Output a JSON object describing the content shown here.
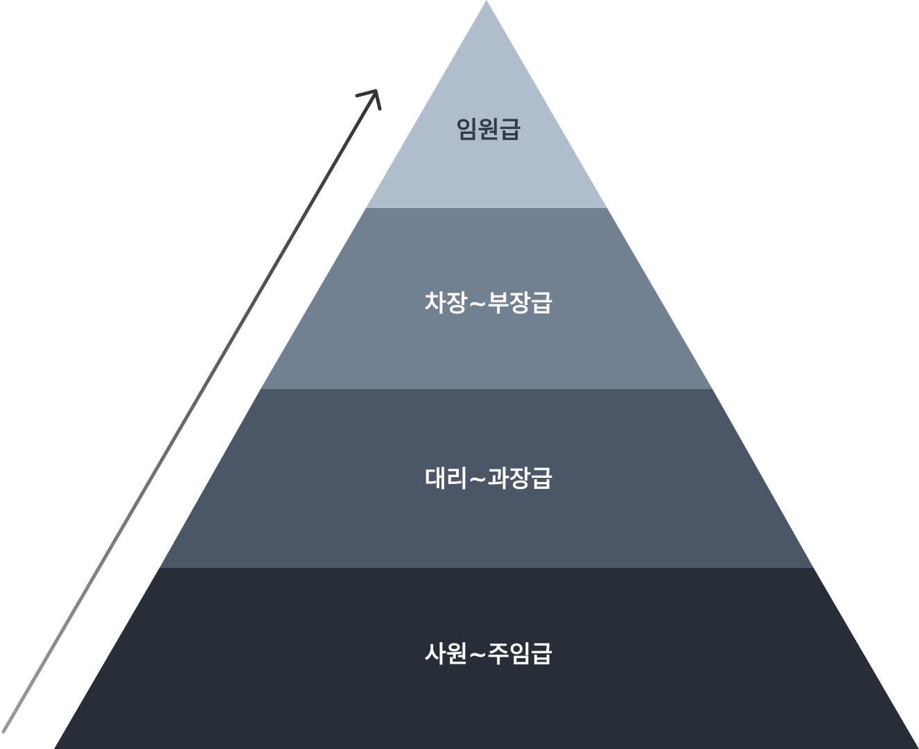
{
  "pyramid": {
    "tiers": [
      {
        "label": "임원급",
        "color": "#b0bdcc",
        "text_color": "#333a44"
      },
      {
        "label": "차장~부장급",
        "color": "#728191",
        "text_color": "#ffffff"
      },
      {
        "label": "대리~과장급",
        "color": "#4b5766",
        "text_color": "#ffffff"
      },
      {
        "label": "사원~주임급",
        "color": "#282e38",
        "text_color": "#ffffff"
      }
    ]
  },
  "arrow": {
    "icon": "arrow-up-right-icon",
    "start_color": "#9a9a9a",
    "end_color": "#333333"
  }
}
